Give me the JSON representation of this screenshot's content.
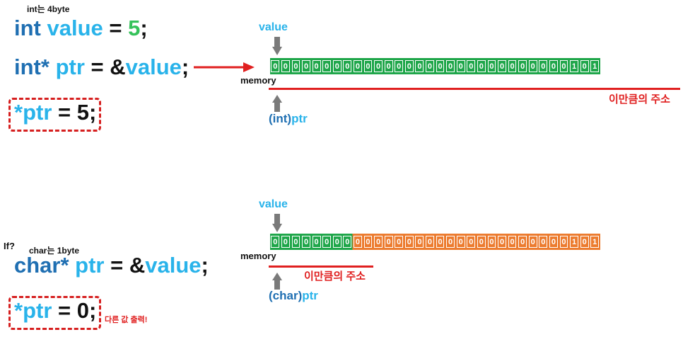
{
  "section1": {
    "note_int_size": "int는 4byte",
    "line1": {
      "type": "int",
      "name": "value",
      "op": "=",
      "num": "5",
      "semi": ";"
    },
    "line2": {
      "type": "int*",
      "name": "ptr",
      "op": "=",
      "amp": "&",
      "target": "value",
      "semi": ";"
    },
    "line3": {
      "star": "*",
      "name": "ptr",
      "op": "=",
      "num": "5",
      "semi": ";"
    },
    "diagram": {
      "value_label": "value",
      "memory_label": "memory",
      "range_label": "이만큼의 주소",
      "ptr_cast": "(int)",
      "ptr_name": "ptr",
      "bits": "00000000000000000000000000000101",
      "highlight_count": 32
    }
  },
  "section2": {
    "if_label": "If?",
    "note_char_size": "char는 1byte",
    "line1": {
      "type": "char*",
      "name": "ptr",
      "op": "=",
      "amp": "&",
      "target": "value",
      "semi": ";"
    },
    "line2": {
      "star": "*",
      "name": "ptr",
      "op": "=",
      "num": "0",
      "semi": ";"
    },
    "result_note": "다른 값 출력!",
    "diagram": {
      "value_label": "value",
      "memory_label": "memory",
      "range_label": "이만큼의 주소",
      "ptr_cast": "(char)",
      "ptr_name": "ptr",
      "bits": "00000000000000000000000000000101",
      "highlight_count": 8
    }
  },
  "colors": {
    "green": "#1fa64a",
    "orange": "#ec7c30",
    "red": "#e02020",
    "keyword": "#1f6fb2",
    "identifier": "#29b3ea",
    "number": "#35c25a",
    "arrow_gray": "#7a7a7a"
  }
}
